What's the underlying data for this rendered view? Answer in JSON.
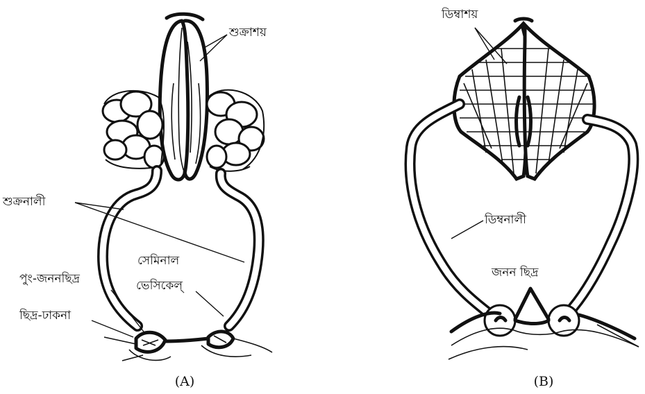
{
  "figure": {
    "male": {
      "caption": "(A)",
      "labels": {
        "testis": "শুক্রাশয়",
        "vas_deferens": "শুক্রনালী",
        "seminal_vesicle_line1": "সেমিনাল",
        "seminal_vesicle_line2": "ভেসিকেল্",
        "male_genital_pore": "পুং-জননছিদ্র",
        "pore_cover": "ছিদ্র-ঢাকনা"
      }
    },
    "female": {
      "caption": "(B)",
      "labels": {
        "ovary": "ডিম্বাশয়",
        "oviduct": "ডিম্বনালী",
        "genital_pore": "জনন ছিদ্র"
      }
    }
  }
}
